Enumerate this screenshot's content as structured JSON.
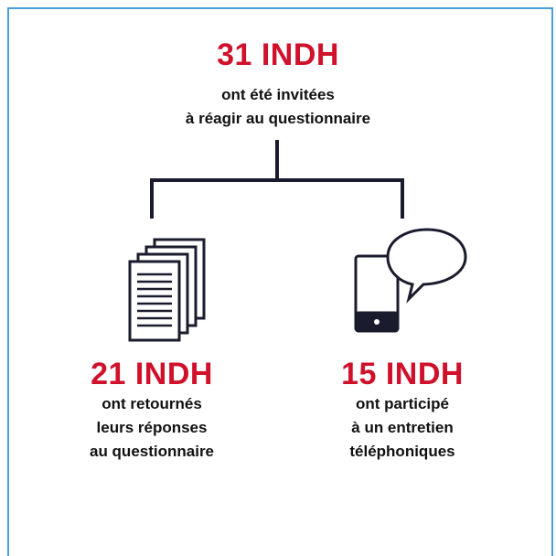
{
  "top": {
    "count": "31 INDH",
    "lines": [
      "ont été invitées",
      "à réagir au questionnaire"
    ]
  },
  "left": {
    "count": "21 INDH",
    "lines": [
      "ont retournés",
      "leurs réponses",
      "au questionnaire"
    ],
    "icon": "documents-icon"
  },
  "right": {
    "count": "15 INDH",
    "lines": [
      "ont participé",
      "à un entretien",
      "téléphoniques"
    ],
    "icon": "phone-chat-icon"
  },
  "colors": {
    "accent": "#d0112b",
    "text": "#111111",
    "frame": "#4a9fd6",
    "icon_stroke": "#1b1b2e"
  }
}
